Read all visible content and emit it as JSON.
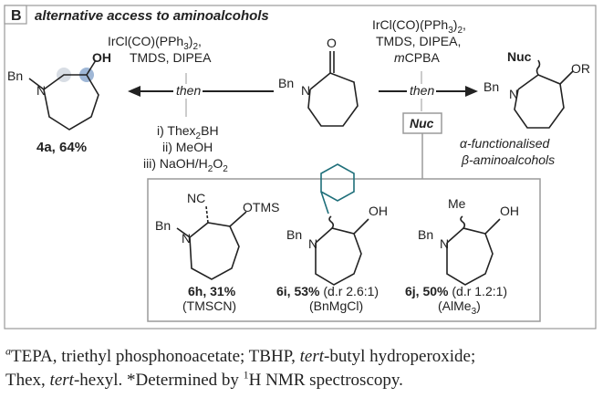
{
  "panel": {
    "letter": "B",
    "title": "alternative access to aminoalcohols"
  },
  "left_conditions": {
    "top1": "IrCl(CO)(PPh",
    "top1_sub": "3",
    "top1_end": ")",
    "top1_sub2": "2",
    "top1_comma": ",",
    "top2": "TMDS, DIPEA",
    "then": "then",
    "bottom1": "i) Thex",
    "bottom1_sub": "2",
    "bottom1_end": "BH",
    "bottom2": "ii) MeOH",
    "bottom3": "iii) NaOH/H",
    "bottom3_sub": "2",
    "bottom3_mid": "O",
    "bottom3_sub2": "2"
  },
  "right_conditions": {
    "top1": "IrCl(CO)(PPh",
    "top1_sub": "3",
    "top1_end": ")",
    "top1_sub2": "2",
    "top1_comma": ",",
    "top2": "TMDS, DIPEA,",
    "top3_prefix": "m",
    "top3": "CPBA",
    "then": "then",
    "nuc_box": "Nuc"
  },
  "structures": {
    "bn": "Bn",
    "n": "N",
    "o": "O",
    "oh": "OH",
    "or": "OR",
    "otms": "OTMS",
    "nc": "NC",
    "me": "Me",
    "nuc": "Nuc"
  },
  "product_4a": {
    "label": "4a, 64%"
  },
  "general_product": {
    "line1": "α-functionalised",
    "line2": "β-aminoalcohols"
  },
  "examples": [
    {
      "label": "6h, 31%",
      "reagent": "(TMSCN)"
    },
    {
      "label": "6i, 53%",
      "dr": " (d.r 2.6:1)",
      "reagent": "(BnMgCl)"
    },
    {
      "label": "6j, 50%",
      "dr": " (d.r 1.2:1)",
      "reagent_prefix": "(AlMe",
      "reagent_sub": "3",
      "reagent_end": ")"
    }
  ],
  "footnote": {
    "mark": "a",
    "text1": "TEPA, triethyl phosphonoacetate; TBHP, ",
    "tert1": "tert",
    "text2": "-butyl hydroperoxide;",
    "text3": "Thex, ",
    "tert2": "tert",
    "text4": "-hexyl. *Determined by ",
    "sup1": "1",
    "text5": "H NMR spectroscopy."
  },
  "colors": {
    "accent": "#1f6f7a",
    "panel_letter_bg": "#ffffff",
    "panel_border": "#9a9a9a",
    "highlight": "#9fb7d6"
  }
}
